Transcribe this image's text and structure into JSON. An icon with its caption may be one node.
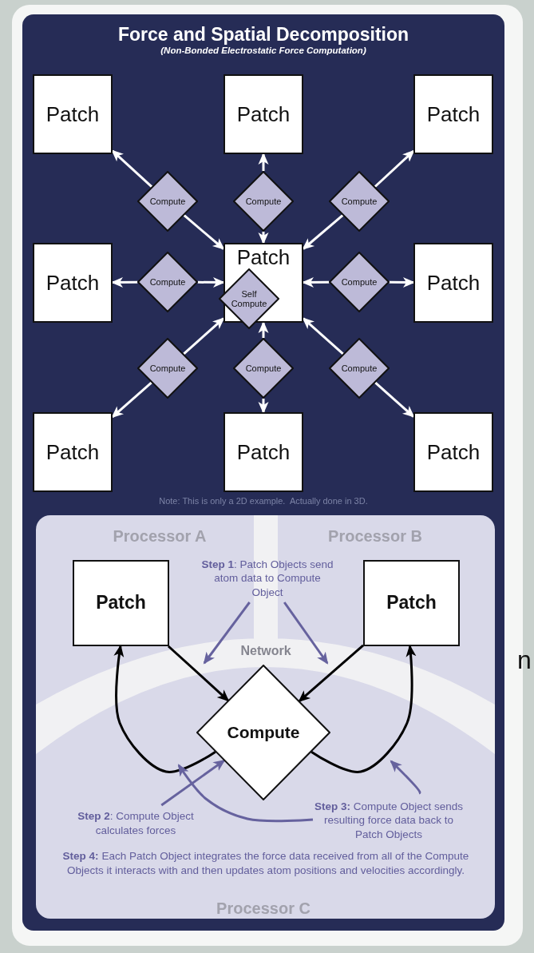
{
  "diagram": {
    "title": "Force and Spatial Decomposition",
    "nodes": [
      {
        "text": [
          "Patch"
        ]
      },
      {
        "text": [
          "Patch"
        ]
      },
      {
        "text": [
          "Patch"
        ]
      },
      {
        "text": [
          "Compute"
        ]
      },
      {
        "text": [
          "Compute"
        ]
      },
      {
        "text": [
          "Compute"
        ]
      },
      {
        "text": [
          "Patch"
        ]
      },
      {
        "text": [
          "Compute"
        ]
      },
      {
        "text": [
          "Patch"
        ]
      },
      {
        "text": [
          "Self Compute"
        ]
      },
      {
        "text": [
          "Compute"
        ]
      },
      {
        "text": [
          "Patch"
        ]
      },
      {
        "text": [
          "Compute"
        ]
      },
      {
        "text": [
          "Compute"
        ]
      },
      {
        "text": [
          "Compute"
        ]
      },
      {
        "text": [
          "Patch"
        ]
      },
      {
        "text": [
          "Patch"
        ]
      },
      {
        "text": [
          "Patch"
        ]
      },
      {
        "text": [
          "**Step 1**: Patch Objects send atom data to Compute Object"
        ]
      },
      {
        "text": [
          "Patch"
        ]
      },
      {
        "text": [
          "Patch"
        ]
      },
      {
        "text": [
          "Compute"
        ]
      },
      {
        "text": [
          "**Step 2**: Compute Object calculates forces"
        ]
      },
      {
        "text": [
          "**Step 3:** Compute Object sends resulting force data back to Patch Objects"
        ]
      }
    ],
    "edges": [
      {
        "from": 3,
        "to": 0,
        "arrow": "to"
      },
      {
        "from": 3,
        "to": 8,
        "arrow": "to"
      },
      {
        "from": 4,
        "to": 1,
        "arrow": "to"
      },
      {
        "from": 4,
        "to": 8,
        "arrow": "to"
      },
      {
        "from": 5,
        "to": 2,
        "arrow": "to"
      },
      {
        "from": 5,
        "to": 8,
        "arrow": "to"
      },
      {
        "from": 7,
        "to": 6,
        "arrow": "to"
      },
      {
        "from": 7,
        "to": 8,
        "arrow": "to"
      },
      {
        "from": 10,
        "to": 8,
        "arrow": "to"
      },
      {
        "from": 10,
        "to": 11,
        "arrow": "to"
      },
      {
        "from": 12,
        "to": 8,
        "arrow": "to"
      },
      {
        "from": 12,
        "to": 15,
        "arrow": "to"
      },
      {
        "from": 13,
        "to": 8,
        "arrow": "to"
      },
      {
        "from": 13,
        "to": 16,
        "arrow": "to"
      },
      {
        "from": 14,
        "to": 8,
        "arrow": "to"
      },
      {
        "from": 14,
        "to": 17,
        "arrow": "to"
      },
      {
        "from": 19,
        "to": 21,
        "arrow": "to",
        "color": "#000000"
      },
      {
        "from": 20,
        "to": 21,
        "arrow": "to",
        "color": "#000000"
      },
      {
        "from": 21,
        "to": 19,
        "arrow": "to",
        "color": "#000000"
      },
      {
        "from": 21,
        "to": 20,
        "arrow": "to",
        "color": "#000000"
      },
      {
        "from": 18,
        "to": null,
        "arrow": "to",
        "color": "#66629e"
      },
      {
        "from": 18,
        "to": null,
        "arrow": "to",
        "color": "#66629e"
      },
      {
        "from": 22,
        "to": 21,
        "arrow": "to",
        "color": "#66629e"
      },
      {
        "from": 23,
        "to": null,
        "arrow": "to",
        "color": "#66629e"
      },
      {
        "from": 23,
        "to": null,
        "arrow": "to",
        "color": "#66629e"
      }
    ],
    "labels": [
      "(Non-Bonded Electrostatic Force Computation)",
      "Note: This is only a 2D example.  Actually done in 3D.",
      "Processor A",
      "Processor B",
      "Network",
      "**Step 4:** Each Patch Object integrates the force data received from all of the Compute Objects it interacts with and then updates atom positions and velocities accordingly.",
      "Processor C",
      "n"
    ]
  }
}
